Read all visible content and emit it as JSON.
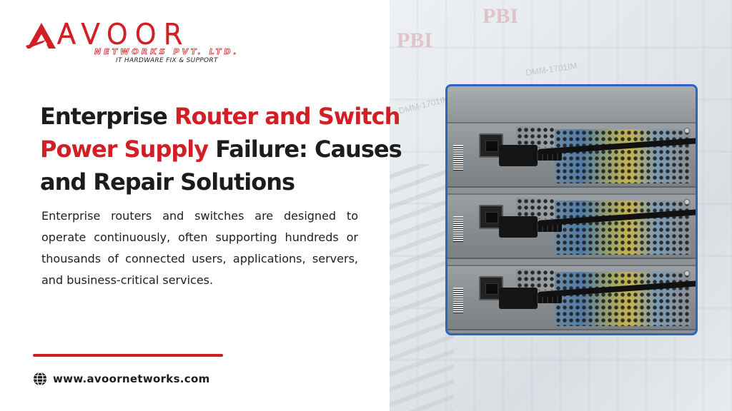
{
  "logo": {
    "brand": "AVOOR",
    "company": "NETWORKS PVT. LTD.",
    "tagline": "IT HARDWARE FIX & SUPPORT",
    "icon": "avoor-logo-mark"
  },
  "headline": {
    "part1": "Enterprise ",
    "part2_highlight": "Router and Switch Power Supply",
    "part3": " Failure: Causes and Repair Solutions"
  },
  "body": {
    "paragraph": "Enterprise routers and switches are designed to operate continuously, often supporting hundreds or thousands of connected users, applications, servers, and business-critical services."
  },
  "footer": {
    "website": "www.avoornetworks.com",
    "icon": "globe-icon"
  },
  "colors": {
    "accent_red": "#d21f26",
    "frame_blue": "#2b64c6",
    "text_dark": "#1c1c1c"
  },
  "photo": {
    "icon": "power-supply-photo"
  }
}
